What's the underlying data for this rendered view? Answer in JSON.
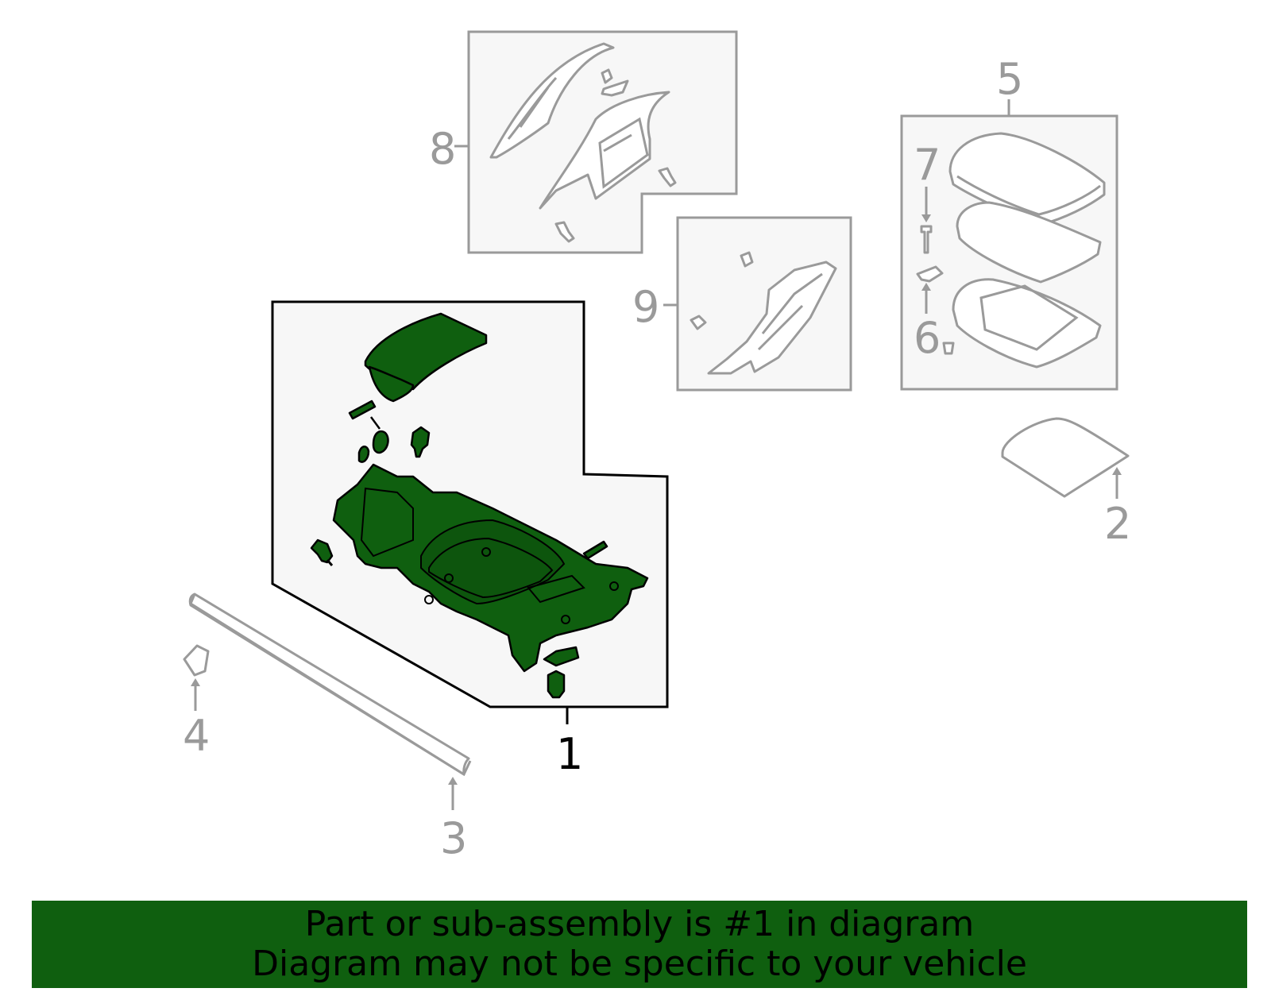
{
  "callouts": [
    {
      "id": "1",
      "label": "1"
    },
    {
      "id": "2",
      "label": "2"
    },
    {
      "id": "3",
      "label": "3"
    },
    {
      "id": "4",
      "label": "4"
    },
    {
      "id": "5",
      "label": "5"
    },
    {
      "id": "6",
      "label": "6"
    },
    {
      "id": "7",
      "label": "7"
    },
    {
      "id": "8",
      "label": "8"
    },
    {
      "id": "9",
      "label": "9"
    }
  ],
  "highlight_color": "#0f5f0f",
  "inactive_color": "#9a9a9a",
  "banner": {
    "line1": "Part or sub-assembly is #1 in diagram",
    "line2": "Diagram may not be specific to your vehicle"
  }
}
